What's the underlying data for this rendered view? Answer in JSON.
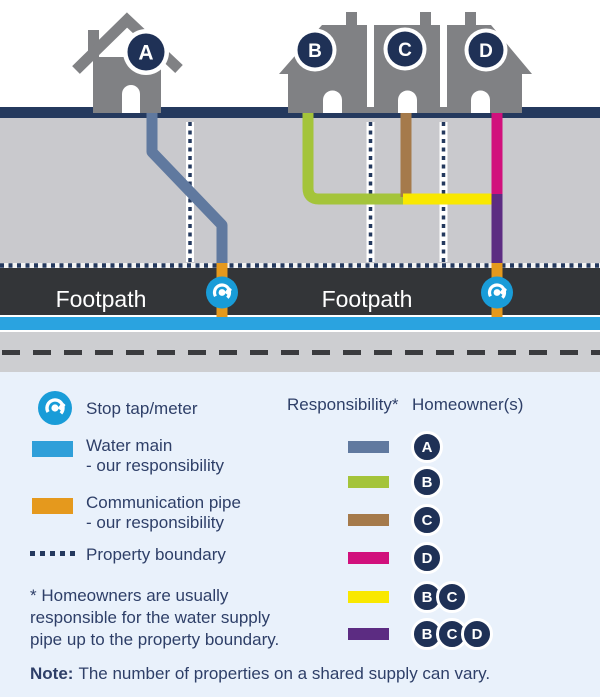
{
  "diagram": {
    "houses": [
      {
        "label": "A",
        "pipe_color": "#60799f"
      },
      {
        "label": "B",
        "pipe_color": "#a4c43a"
      },
      {
        "label": "C",
        "pipe_color": "#a57a4b"
      },
      {
        "label": "D",
        "pipe_color": "#d1107c"
      }
    ],
    "shared_pipes": [
      {
        "owners": [
          "B",
          "C"
        ],
        "color": "#f9e800"
      },
      {
        "owners": [
          "B",
          "C",
          "D"
        ],
        "color": "#5c2c82"
      }
    ],
    "footpath_left": "Footpath",
    "footpath_right": "Footpath",
    "colors": {
      "surface_band": "#24395e",
      "ground": "#c9c9cd",
      "footpath": "#333538",
      "water_main": "#2aa3e0",
      "road": "#cdced1",
      "communication_pipe": "#e5991d",
      "stop_tap_blue": "#199cd8",
      "house_gray": "#808184"
    }
  },
  "legend": {
    "stop_tap_label": "Stop tap/meter",
    "water_main": {
      "line1": "Water main",
      "line2": "- our responsibility",
      "color": "#2f9fd9"
    },
    "communication_pipe": {
      "line1": "Communication pipe",
      "line2": "- our responsibility",
      "color": "#e5991d"
    },
    "property_boundary_label": "Property boundary",
    "footnote": {
      "line1": "* Homeowners are usually",
      "line2": "responsible for the water supply",
      "line3": "pipe up to the property boundary."
    },
    "responsibility_header": "Responsibility*",
    "homeowner_header": "Homeowner(s)",
    "rows": [
      {
        "color": "#60799f",
        "owners": [
          "A"
        ]
      },
      {
        "color": "#a4c43a",
        "owners": [
          "B"
        ]
      },
      {
        "color": "#a57a4b",
        "owners": [
          "C"
        ]
      },
      {
        "color": "#d1107c",
        "owners": [
          "D"
        ]
      },
      {
        "color": "#f9e800",
        "owners": [
          "B",
          "C"
        ]
      },
      {
        "color": "#5c2c82",
        "owners": [
          "B",
          "C",
          "D"
        ]
      }
    ]
  },
  "note": {
    "label": "Note:",
    "text": "The number of properties on a shared supply can vary."
  }
}
